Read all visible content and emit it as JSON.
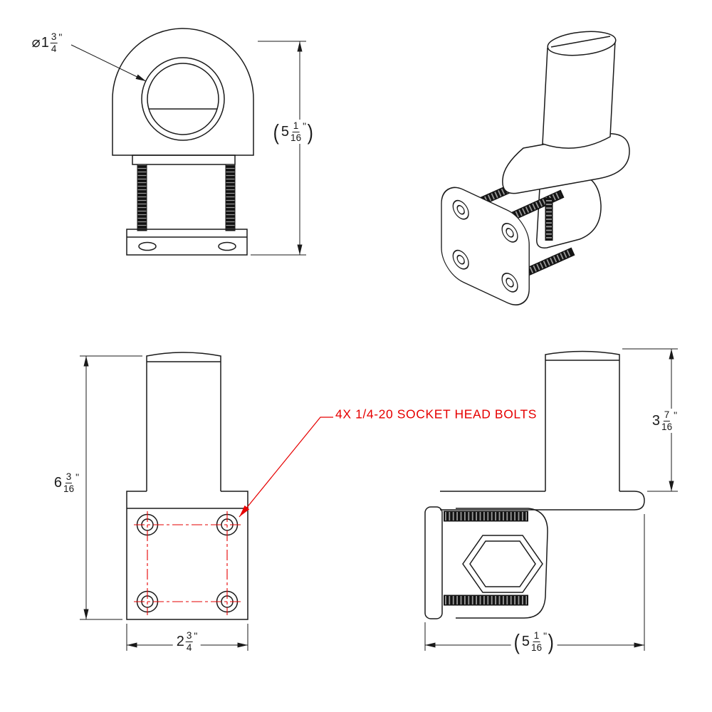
{
  "note": {
    "text": "4X 1/4-20 SOCKET HEAD BOLTS"
  },
  "dims": {
    "diameter": {
      "open": "",
      "prefix": "⌀",
      "whole": "1",
      "num": "3",
      "den": "4",
      "unit": "\"",
      "close": ""
    },
    "height_front": {
      "open": "(",
      "prefix": "",
      "whole": "5",
      "num": "1",
      "den": "16",
      "unit": "\"",
      "close": ")"
    },
    "height_left": {
      "open": "",
      "prefix": "",
      "whole": "6",
      "num": "3",
      "den": "16",
      "unit": "\"",
      "close": ""
    },
    "width_bottom": {
      "open": "",
      "prefix": "",
      "whole": "2",
      "num": "3",
      "den": "4",
      "unit": "\"",
      "close": ""
    },
    "tube_height": {
      "open": "",
      "prefix": "",
      "whole": "3",
      "num": "7",
      "den": "16",
      "unit": "\"",
      "close": ""
    },
    "depth_bottom": {
      "open": "(",
      "prefix": "",
      "whole": "5",
      "num": "1",
      "den": "16",
      "unit": "\"",
      "close": ")"
    }
  },
  "colors": {
    "line": "#1a1a1a",
    "accent": "#e60000",
    "background": "#ffffff"
  }
}
